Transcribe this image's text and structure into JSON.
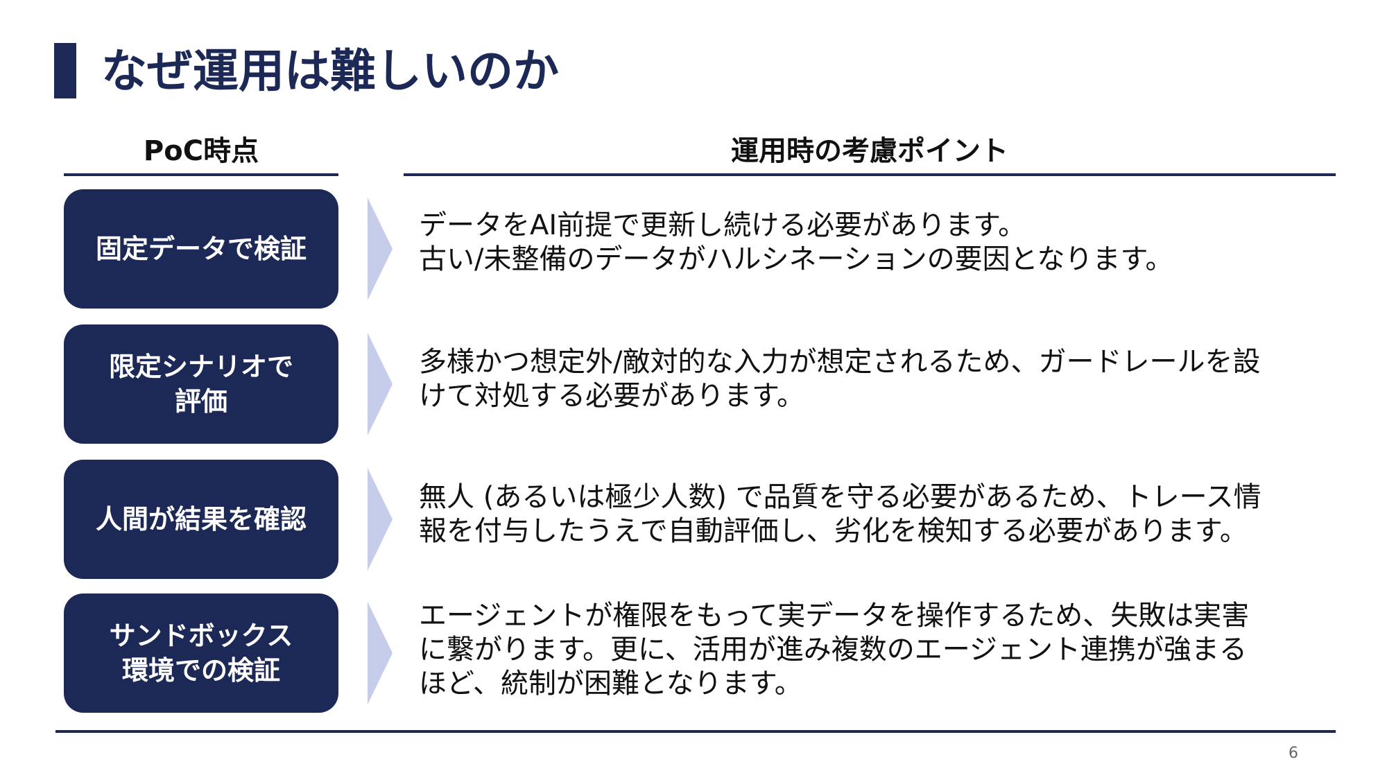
{
  "slide": {
    "title": "なぜ運用は難しいのか",
    "page_number": "6"
  },
  "columns": {
    "left_header": "PoC時点",
    "right_header": "運用時の考慮ポイント"
  },
  "rows": [
    {
      "label_lines": [
        "固定データで検証"
      ],
      "desc_lines": [
        "データをAI前提で更新し続ける必要があります。",
        "古い/未整備のデータがハルシネーションの要因となります。"
      ]
    },
    {
      "label_lines": [
        "限定シナリオで",
        "評価"
      ],
      "desc_lines": [
        "多様かつ想定外/敵対的な入力が想定されるため、ガードレールを設",
        "けて対処する必要があります。"
      ]
    },
    {
      "label_lines": [
        "人間が結果を確認"
      ],
      "desc_lines": [
        "無人 (あるいは極少人数) で品質を守る必要があるため、トレース情",
        "報を付与したうえで自動評価し、劣化を検知する必要があります。"
      ]
    },
    {
      "label_lines": [
        "サンドボックス",
        "環境での検証"
      ],
      "desc_lines": [
        "エージェントが権限をもって実データを操作するため、失敗は実害",
        "に繋がります。更に、活用が進み複数のエージェント連携が強まる",
        "ほど、統制が困難となります。"
      ]
    }
  ],
  "colors": {
    "navy": "#1c2856",
    "arrow": "#c5cdea",
    "text": "#111111"
  }
}
